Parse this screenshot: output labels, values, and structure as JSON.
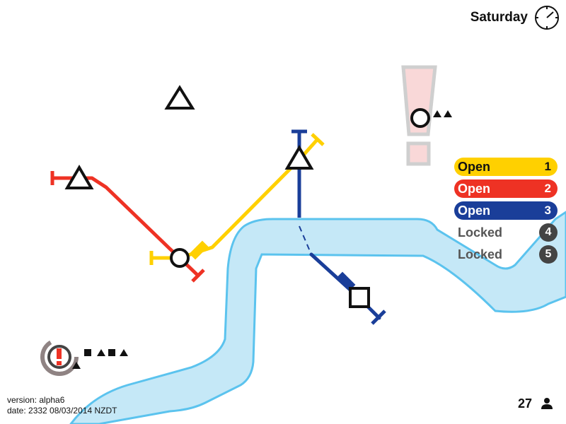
{
  "header": {
    "day": "Saturday",
    "clock_icon": "clock-icon"
  },
  "lines_panel": {
    "items": [
      {
        "label": "Open",
        "number": "1",
        "color": "#ffd000",
        "state": "open"
      },
      {
        "label": "Open",
        "number": "2",
        "color": "#ee3224",
        "state": "open"
      },
      {
        "label": "Open",
        "number": "3",
        "color": "#1a3e99",
        "state": "open"
      },
      {
        "label": "Locked",
        "number": "4",
        "color": "#444444",
        "state": "locked"
      },
      {
        "label": "Locked",
        "number": "5",
        "color": "#444444",
        "state": "locked"
      }
    ]
  },
  "footer": {
    "version": "version: alpha6",
    "date": "date: 2332 08/03/2014 NZDT",
    "passenger_count": "27",
    "person_icon": "person-icon"
  },
  "colors": {
    "river": "#c5e8f7",
    "river_edge": "#5bc3ee",
    "line_red": "#ee3224",
    "line_yellow": "#ffd000",
    "line_blue": "#1a3e99",
    "overcrowd_warning": "#ee3224"
  }
}
